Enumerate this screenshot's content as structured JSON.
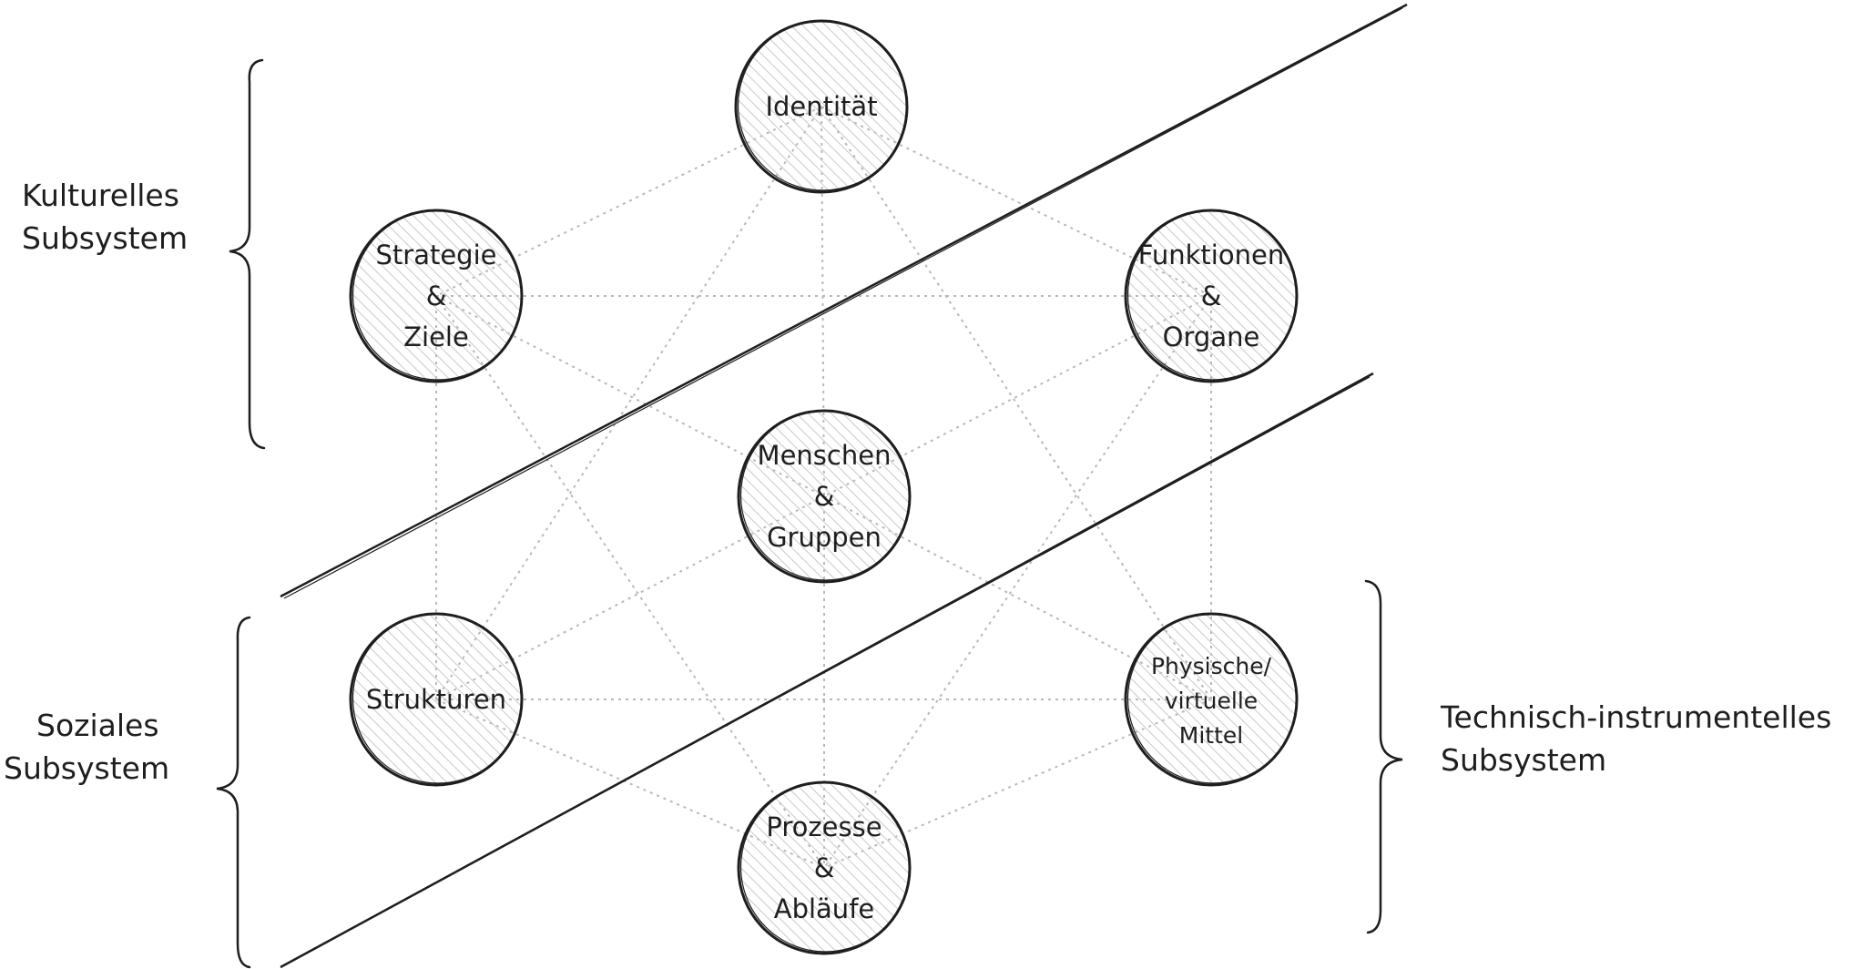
{
  "nodes": {
    "identitaet": {
      "lines": [
        "Identität"
      ]
    },
    "strategie": {
      "lines": [
        "Strategie",
        "&",
        "Ziele"
      ]
    },
    "funktionen": {
      "lines": [
        "Funktionen",
        "&",
        "Organe"
      ]
    },
    "menschen": {
      "lines": [
        "Menschen",
        "&",
        "Gruppen"
      ]
    },
    "strukturen": {
      "lines": [
        "Strukturen"
      ]
    },
    "mittel": {
      "lines": [
        "Physische/",
        "virtuelle",
        "Mittel"
      ]
    },
    "prozesse": {
      "lines": [
        "Prozesse",
        "&",
        "Abläufe"
      ]
    }
  },
  "groups": {
    "kulturell": {
      "lines": [
        "Kulturelles",
        "Subsystem"
      ]
    },
    "sozial": {
      "lines": [
        "Soziales",
        "Subsystem"
      ]
    },
    "technisch": {
      "lines": [
        "Technisch-instrumentelles",
        "Subsystem"
      ]
    }
  },
  "connections": [
    [
      "identitaet",
      "strategie"
    ],
    [
      "identitaet",
      "funktionen"
    ],
    [
      "identitaet",
      "menschen"
    ],
    [
      "identitaet",
      "strukturen"
    ],
    [
      "identitaet",
      "mittel"
    ],
    [
      "strategie",
      "funktionen"
    ],
    [
      "strategie",
      "menschen"
    ],
    [
      "strategie",
      "strukturen"
    ],
    [
      "strategie",
      "prozesse"
    ],
    [
      "funktionen",
      "menschen"
    ],
    [
      "funktionen",
      "mittel"
    ],
    [
      "funktionen",
      "prozesse"
    ],
    [
      "menschen",
      "strukturen"
    ],
    [
      "menschen",
      "mittel"
    ],
    [
      "menschen",
      "prozesse"
    ],
    [
      "strukturen",
      "mittel"
    ],
    [
      "strukturen",
      "prozesse"
    ],
    [
      "mittel",
      "prozesse"
    ]
  ],
  "colors": {
    "stroke": "#1e1e1e",
    "hatch": "#c9c9c9",
    "connector": "#b8b8b8"
  }
}
